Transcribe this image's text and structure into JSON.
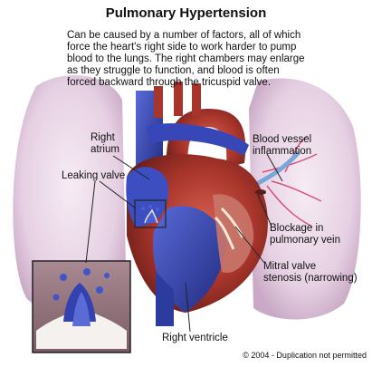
{
  "title": "Pulmonary Hypertension",
  "description": [
    "Can be caused by a number of factors, all of which",
    "force the heart's right side to work harder to pump",
    "blood to the lungs. The right chambers may enlarge",
    "as they struggle to function, and blood is often",
    "forced backward through the tricuspid valve."
  ],
  "labels": {
    "right_atrium": [
      "Right",
      "atrium"
    ],
    "leaking_valve": "Leaking valve",
    "vessel_inflammation": [
      "Blood vessel",
      "inflammation"
    ],
    "blockage": [
      "Blockage in",
      "pulmonary vein"
    ],
    "mitral": [
      "Mitral valve",
      "stenosis (narrowing)"
    ],
    "right_ventricle": "Right ventricle"
  },
  "copyright": "© 2004 - Duplication not permitted",
  "colors": {
    "lung": "#e9d6e6",
    "heart_red": "#b8322a",
    "vessel_blue": "#2c3c9e",
    "valve_blue": "#3a4ec2"
  }
}
